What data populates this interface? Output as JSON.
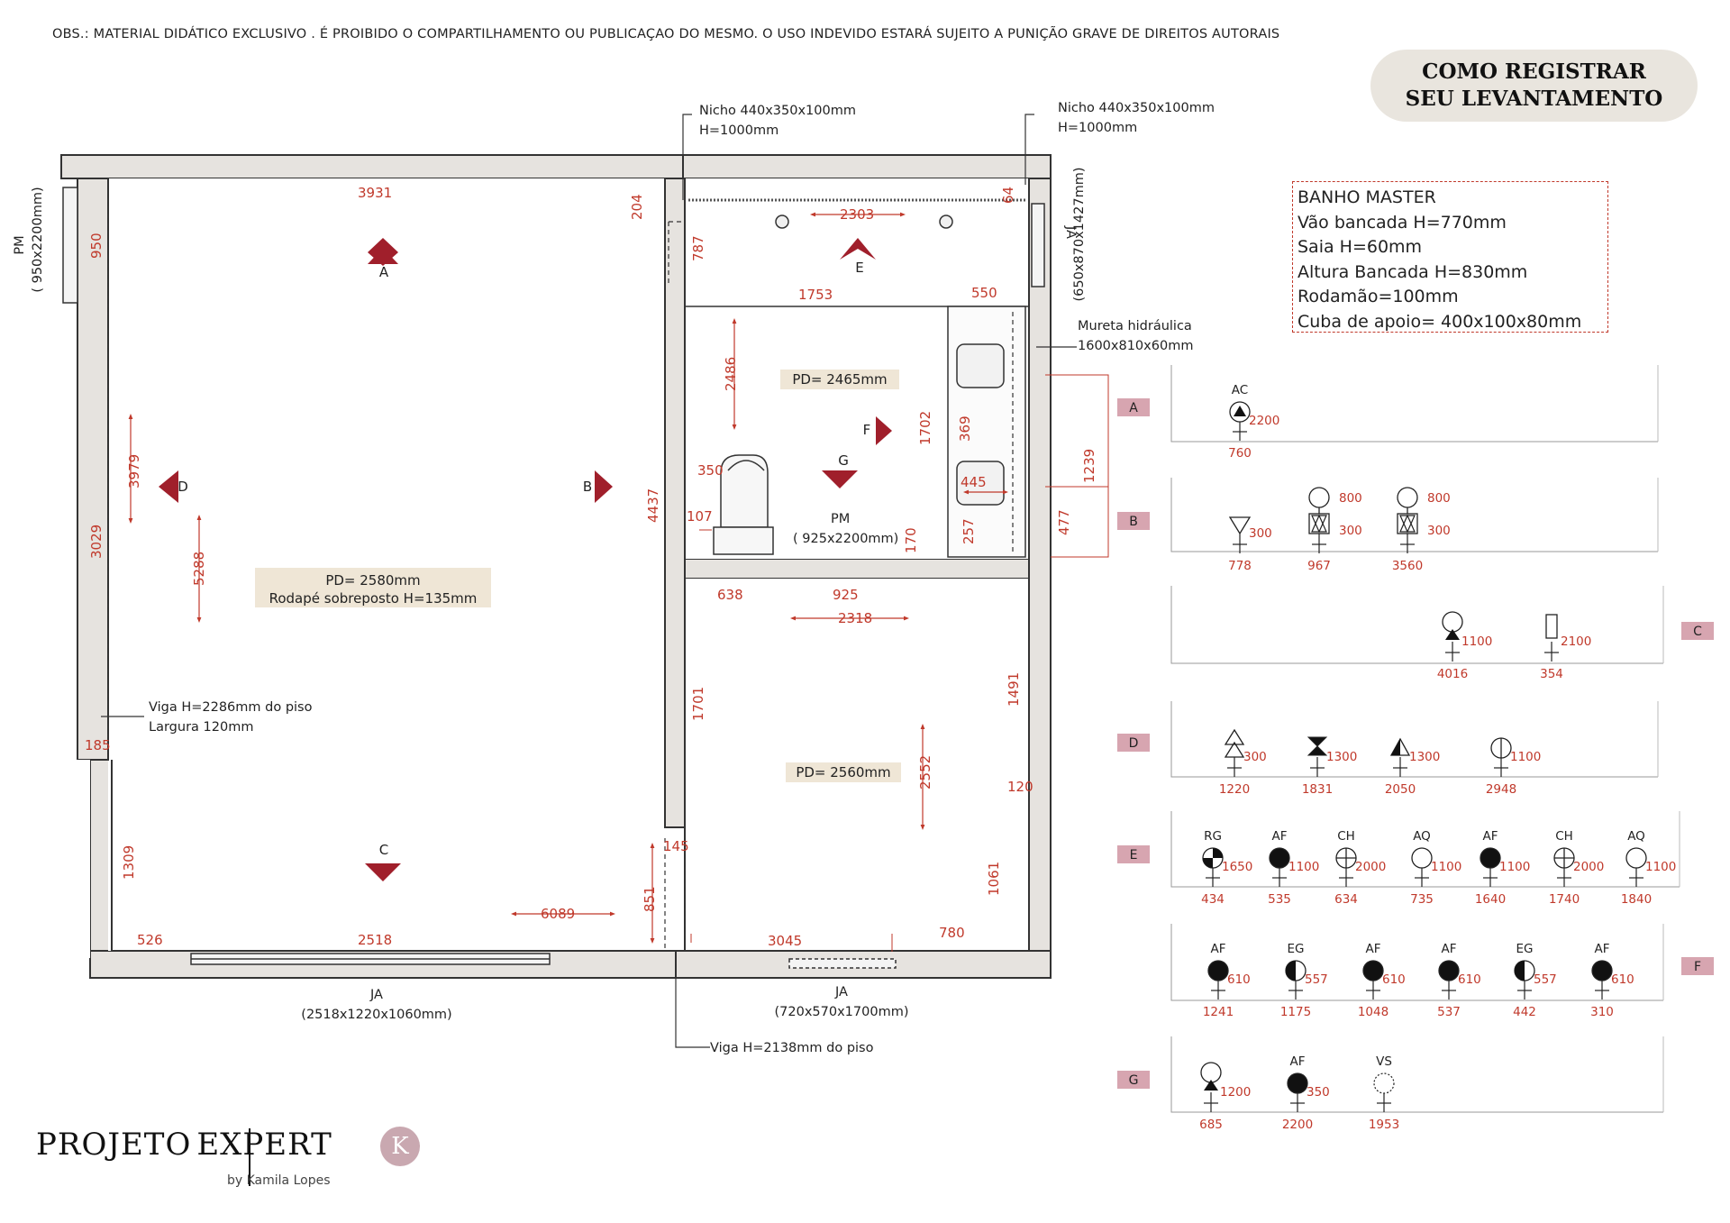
{
  "notice": "OBS.: MATERIAL DIDÁTICO EXCLUSIVO . É PROIBIDO O COMPARTILHAMENTO OU PUBLICAÇAO DO MESMO. O USO INDEVIDO ESTARÁ SUJEITO A PUNIÇÃO GRAVE DE DIREITOS AUTORAIS",
  "title": {
    "line1": "COMO REGISTRAR",
    "line2": "SEU LEVANTAMENTO"
  },
  "info": {
    "heading": "BANHO MASTER",
    "lines": [
      "Vão bancada H=770mm",
      "Saia H=60mm",
      "Altura Bancada H=830mm",
      "Rodamão=100mm",
      "Cuba de  apoio= 400x100x80mm"
    ]
  },
  "logo": {
    "main_left": "PROJETO",
    "main_right": "EXPERT",
    "sub": "by Kamila Lopes",
    "badge": "K"
  },
  "plan": {
    "nicho_left": [
      "Nicho 440x350x100mm",
      "H=1000mm"
    ],
    "nicho_right": [
      "Nicho 440x350x100mm",
      "H=1000mm"
    ],
    "pm_left": [
      "PM",
      "( 950x2200mm)"
    ],
    "ja_right": [
      "JA",
      "(650x870x1427mm)"
    ],
    "mureta": [
      "Mureta hidráulica",
      "1600x810x60mm"
    ],
    "viga_left": [
      "Viga H=2286mm do piso",
      "Largura 120mm"
    ],
    "viga_bottom": "Viga H=2138mm do piso",
    "ja_bottom_left": [
      "JA",
      "(2518x1220x1060mm)"
    ],
    "ja_bottom_right": [
      "JA",
      "(720x570x1700mm)"
    ],
    "pm_center": [
      "PM",
      "( 925x2200mm)"
    ],
    "pd_main": [
      "PD= 2580mm",
      "Rodapé sobreposto H=135mm"
    ],
    "pd_bath": "PD= 2465mm",
    "pd_room": "PD= 2560mm",
    "views": [
      "A",
      "B",
      "C",
      "D",
      "E",
      "F",
      "G"
    ],
    "dims": [
      "3931",
      "950",
      "3979",
      "3029",
      "5288",
      "4437",
      "185",
      "1309",
      "526",
      "2518",
      "6089",
      "204",
      "787",
      "2303",
      "64",
      "1753",
      "550",
      "2486",
      "1702",
      "369",
      "445",
      "1239",
      "477",
      "350",
      "107",
      "170",
      "257",
      "638",
      "925",
      "2318",
      "1701",
      "1491",
      "2552",
      "120",
      "1061",
      "145",
      "851",
      "3045",
      "780"
    ]
  },
  "elevations": [
    {
      "label": "A",
      "points": [
        {
          "code": "AC",
          "symbol": "ac",
          "height": "2200",
          "distance": "760"
        }
      ]
    },
    {
      "label": "B",
      "points": [
        {
          "code": "",
          "symbol": "tri-down",
          "height": "300",
          "distance": "778"
        },
        {
          "code": "",
          "symbol": "valve-box",
          "height": "800",
          "height2": "300",
          "distance": "967"
        },
        {
          "code": "",
          "symbol": "valve-box",
          "height": "800",
          "height2": "300",
          "distance": "3560"
        }
      ]
    },
    {
      "label": "C",
      "points": [
        {
          "code": "",
          "symbol": "circle-tri",
          "height": "1100",
          "distance": "4016"
        },
        {
          "code": "",
          "symbol": "rect",
          "height": "2100",
          "distance": "354"
        }
      ]
    },
    {
      "label": "D",
      "points": [
        {
          "code": "",
          "symbol": "double-tri-open",
          "height": "300",
          "distance": "1220"
        },
        {
          "code": "",
          "symbol": "hourglass",
          "height": "1300",
          "distance": "1831"
        },
        {
          "code": "",
          "symbol": "half-tri",
          "height": "1300",
          "distance": "2050"
        },
        {
          "code": "",
          "symbol": "circle-line",
          "height": "1100",
          "distance": "2948"
        }
      ]
    },
    {
      "label": "E",
      "points": [
        {
          "code": "RG",
          "symbol": "quad",
          "height": "1650",
          "distance": "434"
        },
        {
          "code": "AF",
          "symbol": "filled",
          "height": "1100",
          "distance": "535"
        },
        {
          "code": "CH",
          "symbol": "cross",
          "height": "2000",
          "distance": "634"
        },
        {
          "code": "AQ",
          "symbol": "open",
          "height": "1100",
          "distance": "735"
        },
        {
          "code": "AF",
          "symbol": "filled",
          "height": "1100",
          "distance": "1640"
        },
        {
          "code": "CH",
          "symbol": "cross",
          "height": "2000",
          "distance": "1740"
        },
        {
          "code": "AQ",
          "symbol": "open",
          "height": "1100",
          "distance": "1840"
        }
      ]
    },
    {
      "label": "F",
      "points": [
        {
          "code": "AF",
          "symbol": "filled",
          "height": "610",
          "distance": "1241"
        },
        {
          "code": "EG",
          "symbol": "half",
          "height": "557",
          "distance": "1175"
        },
        {
          "code": "AF",
          "symbol": "filled",
          "height": "610",
          "distance": "1048"
        },
        {
          "code": "AF",
          "symbol": "filled",
          "height": "610",
          "distance": "537"
        },
        {
          "code": "EG",
          "symbol": "half",
          "height": "557",
          "distance": "442"
        },
        {
          "code": "AF",
          "symbol": "filled",
          "height": "610",
          "distance": "310"
        }
      ]
    },
    {
      "label": "G",
      "points": [
        {
          "code": "",
          "symbol": "circle-tri",
          "height": "1200",
          "distance": "685"
        },
        {
          "code": "AF",
          "symbol": "filled",
          "height": "350",
          "distance": "2200"
        },
        {
          "code": "VS",
          "symbol": "dotted",
          "height": "",
          "distance": "1953"
        }
      ]
    }
  ],
  "colors": {
    "dim": "#c0392b",
    "wall": "#e6e3df",
    "label_bg": "#d7a5b0",
    "pd_bg": "#efe6d6",
    "ink": "#222222"
  }
}
